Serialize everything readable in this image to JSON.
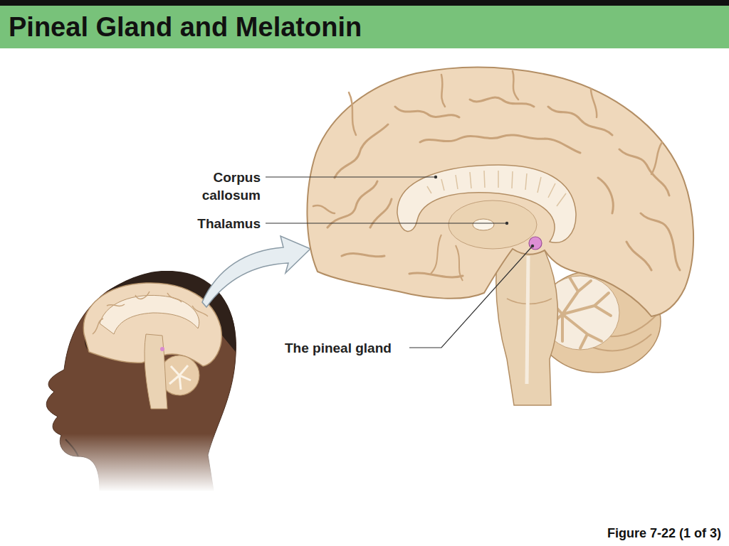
{
  "diagram": {
    "title": "Pineal Gland and Melatonin",
    "caption": "Figure 7-22 (1 of 3)",
    "labels": [
      "Corpus callosum",
      "Thalamus",
      "The pineal gland"
    ]
  }
}
